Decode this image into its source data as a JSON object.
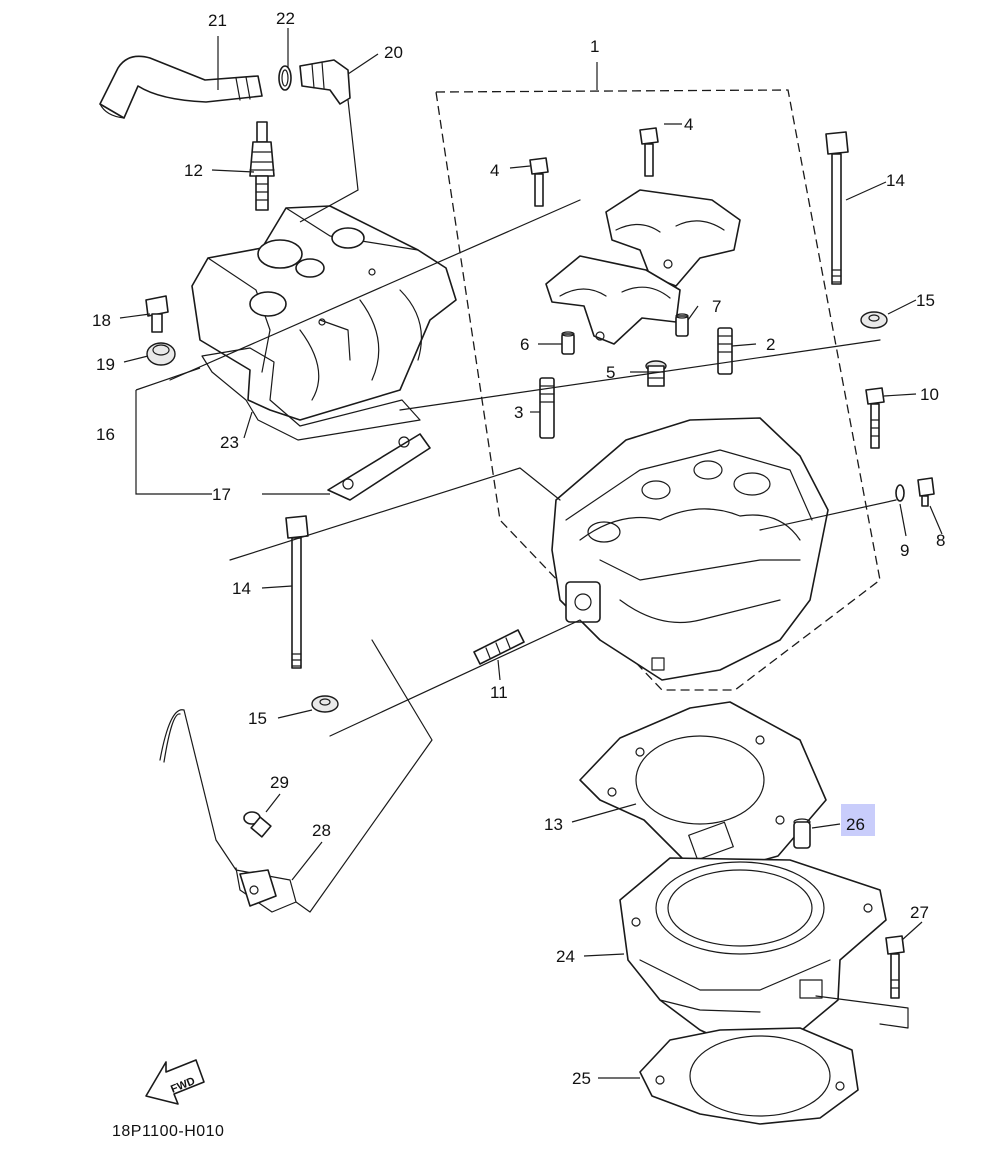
{
  "diagram_code": "18P1100-H010",
  "fwd_label": "FWD",
  "highlight_color": "#c9cdfb",
  "callouts": {
    "c1": "1",
    "c2": "2",
    "c3": "3",
    "c4a": "4",
    "c4b": "4",
    "c5": "5",
    "c6": "6",
    "c7": "7",
    "c8": "8",
    "c9": "9",
    "c10": "10",
    "c11": "11",
    "c12": "12",
    "c13": "13",
    "c14a": "14",
    "c14b": "14",
    "c15a": "15",
    "c15b": "15",
    "c16": "16",
    "c17": "17",
    "c18": "18",
    "c19": "19",
    "c20": "20",
    "c21": "21",
    "c22": "22",
    "c23": "23",
    "c24": "24",
    "c25": "25",
    "c26": "26",
    "c27": "27",
    "c28": "28",
    "c29": "29"
  }
}
